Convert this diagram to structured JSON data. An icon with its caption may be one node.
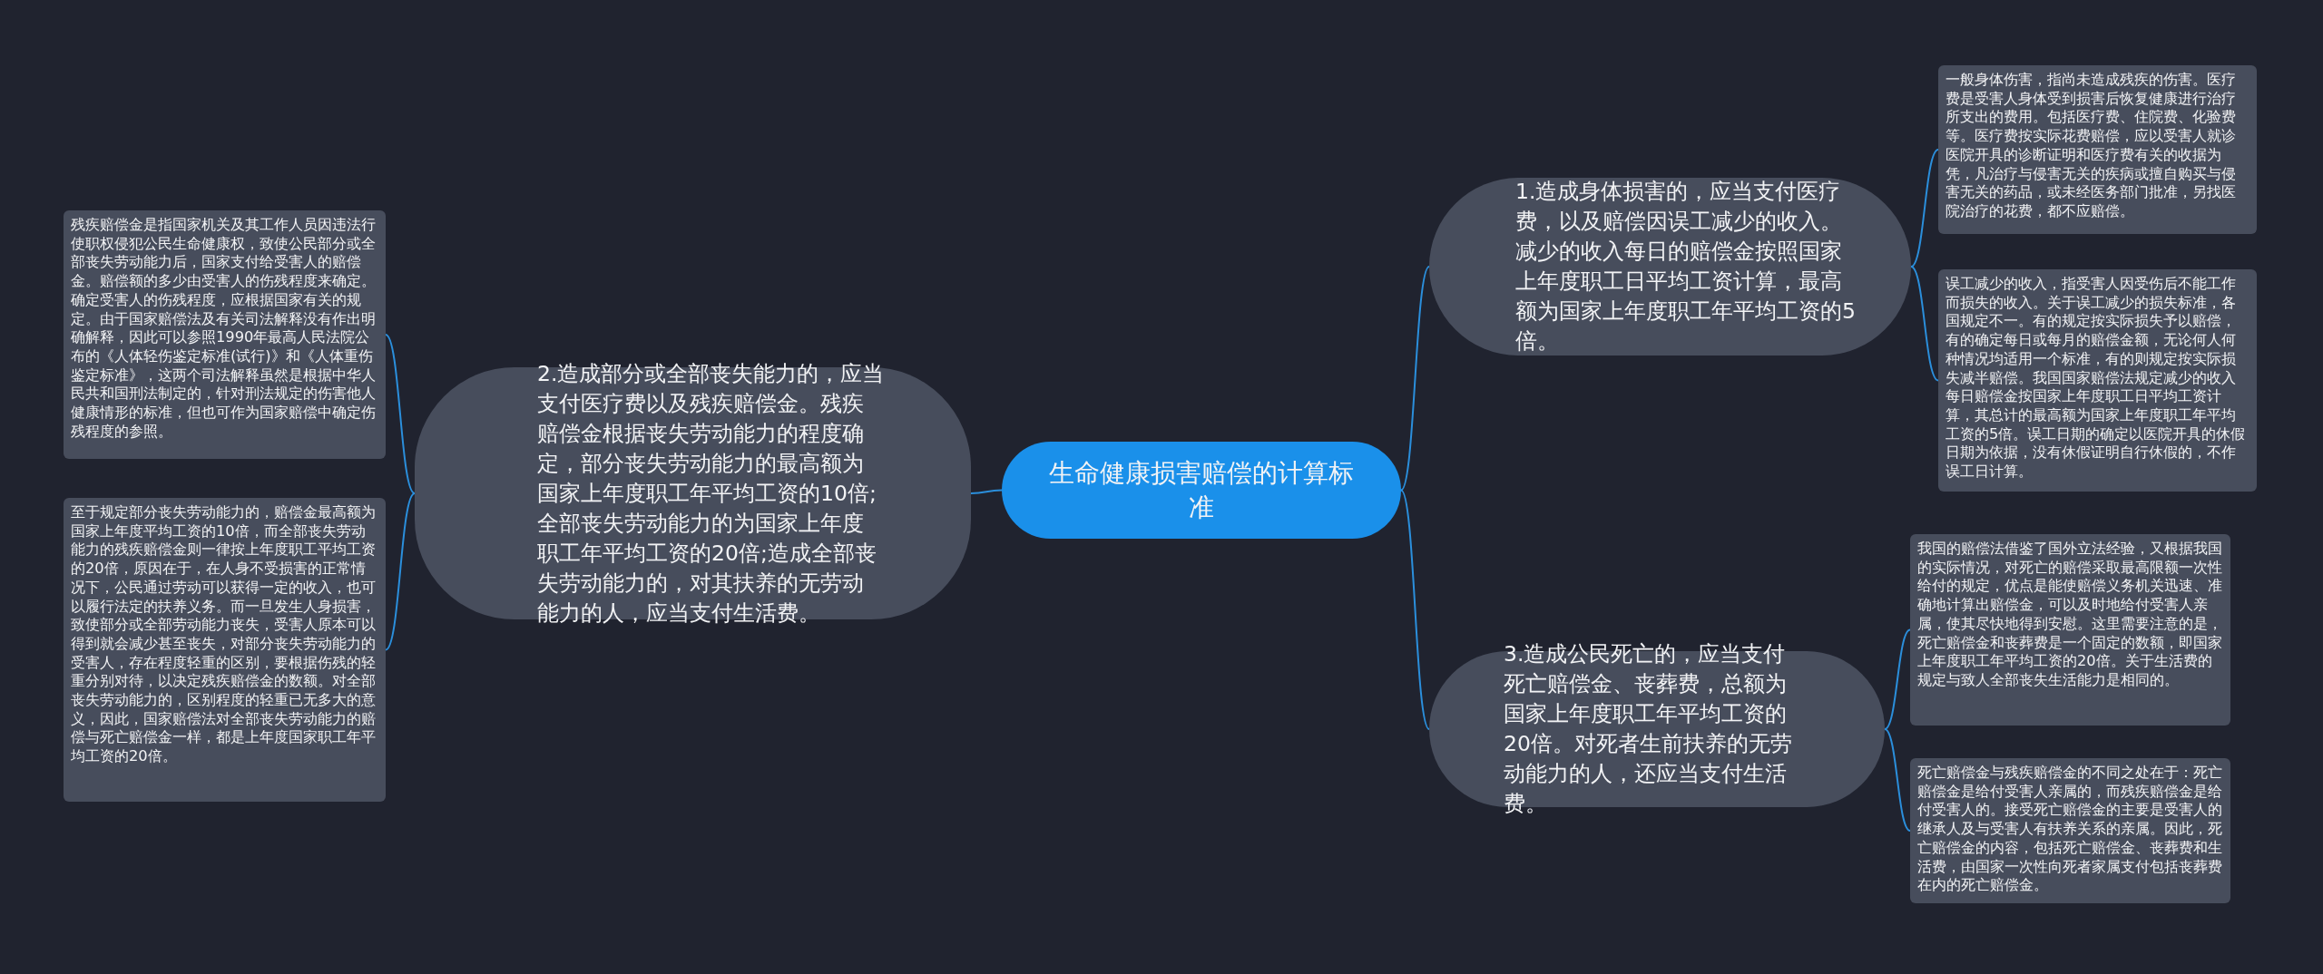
{
  "diagram": {
    "nodes": [
      {
        "text": [
          "生命健康损害赔偿的计算标准"
        ]
      },
      {
        "text": [
          "1.造成身体损害的，应当支付医疗费，以及赔偿因误工减少的收入。减少的收入每日的赔偿金按照国家上年度职工日平均工资计算，最高额为国家上年度职工年平均工资的5倍。"
        ]
      },
      {
        "text": [
          "一般身体伤害，指尚未造成残疾的伤害。医疗费是受害人身体受到损害后恢复健康进行治疗所支出的费用。包括医疗费、住院费、化验费等。医疗费按实际花费赔偿，应以受害人就诊医院开具的诊断证明和医疗费有关的收据为凭，凡治疗与侵害无关的疾病或擅自购买与侵害无关的药品，或未经医务部门批准，另找医院治疗的花费，都不应赔偿。"
        ]
      },
      {
        "text": [
          "误工减少的收入，指受害人因受伤后不能工作而损失的收入。关于误工减少的损失标准，各国规定不一。有的规定按实际损失予以赔偿，有的确定每日或每月的赔偿金额，无论何人何种情况均适用一个标准，有的则规定按实际损失减半赔偿。我国国家赔偿法规定减少的收入每日赔偿金按国家上年度职工日平均工资计算，其总计的最高额为国家上年度职工年平均工资的5倍。误工日期的确定以医院开具的休假日期为依据，没有休假证明自行休假的，不作误工日计算。"
        ]
      },
      {
        "text": [
          "2.造成部分或全部丧失能力的，应当支付医疗费以及残疾赔偿金。残疾赔偿金根据丧失劳动能力的程度确定，部分丧失劳动能力的最高额为国家上年度职工年平均工资的10倍;全部丧失劳动能力的为国家上年度职工年平均工资的20倍;造成全部丧失劳动能力的，对其扶养的无劳动能力的人，应当支付生活费。"
        ]
      },
      {
        "text": [
          "残疾赔偿金是指国家机关及其工作人员因违法行使职权侵犯公民生命健康权，致使公民部分或全部丧失劳动能力后，国家支付给受害人的赔偿金。赔偿额的多少由受害人的伤残程度来确定。确定受害人的伤残程度，应根据国家有关的规定。由于国家赔偿法及有关司法解释没有作出明确解释，因此可以参照1990年最高人民法院公布的《人体轻伤鉴定标准(试行)》和《人体重伤鉴定标准》，这两个司法解释虽然是根据中华人民共和国刑法制定的，针对刑法规定的伤害他人健康情形的标准，但也可作为国家赔偿中确定伤残程度的参照。"
        ]
      },
      {
        "text": [
          "至于规定部分丧失劳动能力的，赔偿金最高额为国家上年度平均工资的10倍，而全部丧失劳动能力的残疾赔偿金则一律按上年度职工平均工资的20倍，原因在于，在人身不受损害的正常情况下，公民通过劳动可以获得一定的收入，也可以履行法定的扶养义务。而一旦发生人身损害，致使部分或全部劳动能力丧失，受害人原本可以得到就会减少甚至丧失，对部分丧失劳动能力的受害人，存在程度轻重的区别，要根据伤残的轻重分别对待，以决定残疾赔偿金的数额。对全部丧失劳动能力的，区别程度的轻重已无多大的意义，因此，国家赔偿法对全部丧失劳动能力的赔偿与死亡赔偿金一样，都是上年度国家职工年平均工资的20倍。"
        ]
      },
      {
        "text": [
          "3.造成公民死亡的，应当支付死亡赔偿金、丧葬费，总额为国家上年度职工年平均工资的20倍。对死者生前扶养的无劳动能力的人，还应当支付生活费。"
        ]
      },
      {
        "text": [
          "我国的赔偿法借鉴了国外立法经验，又根据我国的实际情况，对死亡的赔偿采取最高限额一次性给付的规定，优点是能使赔偿义务机关迅速、准确地计算出赔偿金，可以及时地给付受害人亲属，使其尽快地得到安慰。这里需要注意的是，死亡赔偿金和丧葬费是一个固定的数额，即国家上年度职工年平均工资的20倍。关于生活费的规定与致人全部丧失生活能力是相同的。"
        ]
      },
      {
        "text": [
          "死亡赔偿金与残疾赔偿金的不同之处在于：死亡赔偿金是给付受害人亲属的，而残疾赔偿金是给付受害人的。接受死亡赔偿金的主要是受害人的继承人及与受害人有扶养关系的亲属。因此，死亡赔偿金的内容，包括死亡赔偿金、丧葬费和生活费，由国家一次性向死者家属支付包括丧葬费在内的死亡赔偿金。"
        ]
      }
    ],
    "edges": [
      {
        "from": 0,
        "to": 1,
        "arrow": "none"
      },
      {
        "from": 1,
        "to": 2,
        "arrow": "none"
      },
      {
        "from": 1,
        "to": 3,
        "arrow": "none"
      },
      {
        "from": 0,
        "to": 4,
        "arrow": "none"
      },
      {
        "from": 4,
        "to": 5,
        "arrow": "none"
      },
      {
        "from": 4,
        "to": 6,
        "arrow": "none"
      },
      {
        "from": 0,
        "to": 7,
        "arrow": "none"
      },
      {
        "from": 7,
        "to": 8,
        "arrow": "none"
      },
      {
        "from": 7,
        "to": 9,
        "arrow": "none"
      }
    ]
  }
}
